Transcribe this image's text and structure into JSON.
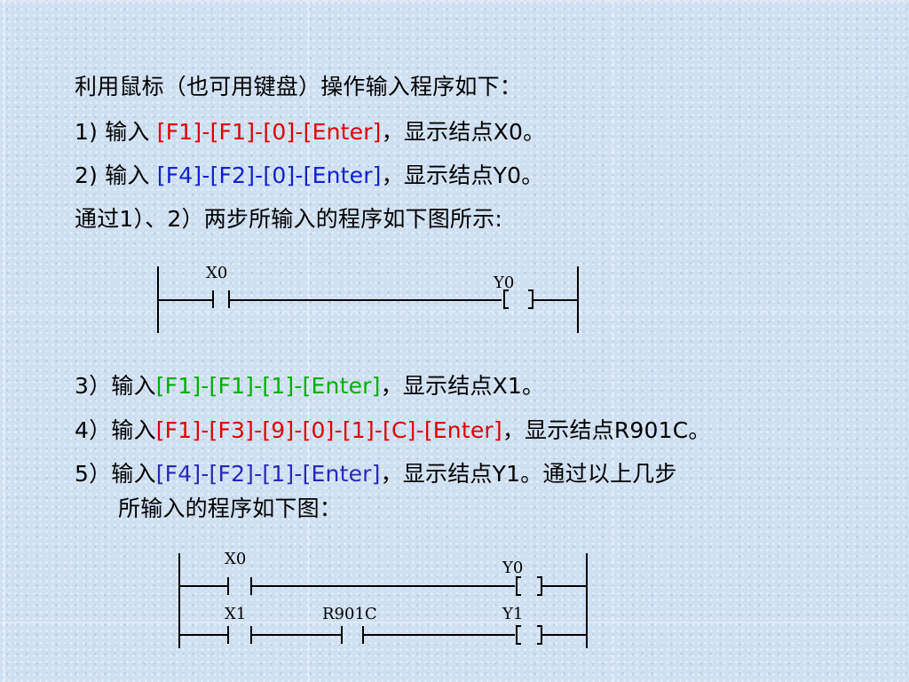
{
  "intro": "利用鼠标（也可用键盘）操作输入程序如下：",
  "steps": [
    {
      "prefix": "1)  输入 ",
      "keys": "[F1]-[F1]-[0]-[Enter]",
      "suffix": "，显示结点X0。",
      "key_color": "#e00000"
    },
    {
      "prefix": "2)  输入 ",
      "keys": "[F4]-[F2]-[0]-[Enter]",
      "suffix": "，显示结点Y0。",
      "key_color": "#1020d0"
    }
  ],
  "summary1": "通过1）、2）两步所输入的程序如下图所示:",
  "ladder1": {
    "contact": "X0",
    "coil": "Y0"
  },
  "steps2": [
    {
      "prefix": "3）输入",
      "keys": "[F1]-[F1]-[1]-[Enter]",
      "suffix": "，显示结点X1。",
      "key_color": "#00b000"
    },
    {
      "prefix": "4）输入",
      "keys": "[F1]-[F3]-[9]-[0]-[1]-[C]-[Enter]",
      "suffix": "，显示结点R901C。",
      "key_color": "#e00000"
    },
    {
      "prefix": "5）输入",
      "keys": "[F4]-[F2]-[1]-[Enter]",
      "suffix": "，显示结点Y1。通过以上几步",
      "key_color": "#2828b8"
    }
  ],
  "step5_cont": "所输入的程序如下图：",
  "ladder2": {
    "row1": {
      "contact": "X0",
      "coil": "Y0"
    },
    "row2": {
      "contact1": "X1",
      "contact2": "R901C",
      "coil": "Y1"
    }
  }
}
